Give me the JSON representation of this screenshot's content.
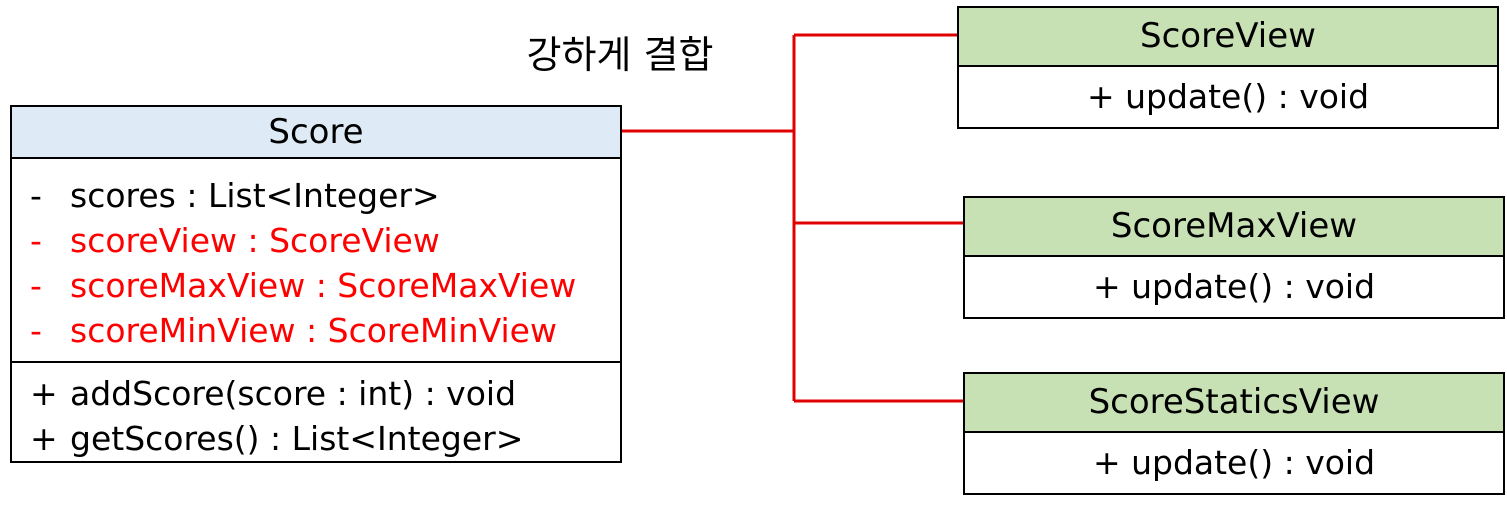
{
  "caption": "강하게 결합",
  "colors": {
    "connector": "#e00000",
    "score_header": "#deebf6",
    "view_header": "#c7e0b4",
    "highlight": "#ff0000"
  },
  "score": {
    "name": "Score",
    "attributes": [
      {
        "vis": "-",
        "text": "scores : List<Integer>",
        "highlight": false
      },
      {
        "vis": "-",
        "text": "scoreView : ScoreView",
        "highlight": true
      },
      {
        "vis": "-",
        "text": "scoreMaxView : ScoreMaxView",
        "highlight": true
      },
      {
        "vis": "-",
        "text": "scoreMinView : ScoreMinView",
        "highlight": true
      }
    ],
    "operations": [
      {
        "vis": "+",
        "text": "addScore(score : int) : void"
      },
      {
        "vis": "+",
        "text": "getScores() : List<Integer>"
      }
    ]
  },
  "views": [
    {
      "name": "ScoreView",
      "operation": "+ update() : void"
    },
    {
      "name": "ScoreMaxView",
      "operation": "+ update() : void"
    },
    {
      "name": "ScoreStaticsView",
      "operation": "+ update() : void"
    }
  ]
}
